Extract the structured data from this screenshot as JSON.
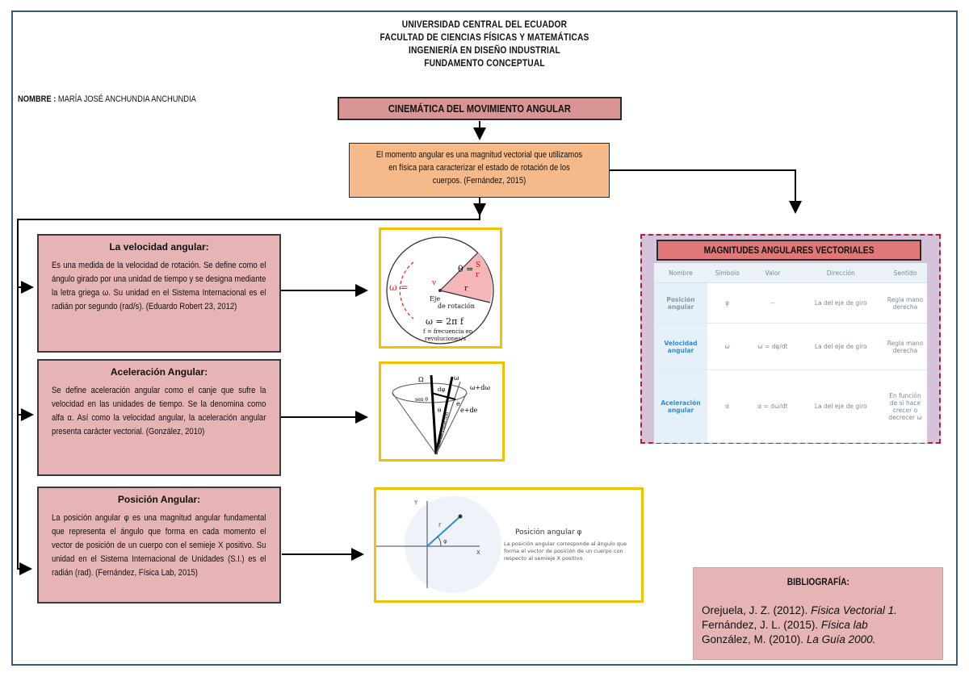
{
  "header": {
    "line1": "UNIVERSIDAD CENTRAL DEL ECUADOR",
    "line2": "FACULTAD DE CIENCIAS FÍSICAS Y MATEMÁTICAS",
    "line3": "INGENIERÍA EN DISEÑO INDUSTRIAL",
    "line4": "FUNDAMENTO CONCEPTUAL"
  },
  "student": {
    "label": "NOMBRE :",
    "name": "MARÍA JOSÉ ANCHUNDIA ANCHUNDIA"
  },
  "main_title": "CINEMÁTICA DEL MOVIMIENTO ANGULAR",
  "definition": "El momento angular es una magnitud vectorial que utilizamos en física para caracterizar el estado de rotación de los cuerpos. (Fernández, 2015)",
  "concepts": [
    {
      "title": "La velocidad angular:",
      "text": "Es una medida de la velocidad de rotación. Se define como el ángulo girado por una unidad de tiempo y se designa mediante la letra griega ω. Su unidad en el Sistema Internacional es el radián por segundo (rad/s). (Eduardo Robert 23, 2012)"
    },
    {
      "title": "Aceleración Angular:",
      "text": "Se define aceleración angular como el canje que sufre la velocidad en las unidades de tiempo. Se la denomina como alfa α. Así como la velocidad angular, la aceleración angular presenta carácter vectorial. (González, 2010)"
    },
    {
      "title": "Posición Angular:",
      "text": "La posición angular φ es una magnitud angular fundamental que representa el ángulo que forma en cada momento el vector de posición de un cuerpo con el semieje X positivo. Su unidad en el Sistema Internacional de Unidades (S.I.) es el radián (rad). (Fernández, Física Lab, 2015)"
    }
  ],
  "figure1": {
    "theta": "θ =",
    "s": "S",
    "r": "r",
    "omega": "ω =",
    "v": "v",
    "eje": "Eje",
    "eje2": "de rotación",
    "formula": "ω = 2π f",
    "freq1": "f = frecuencia en",
    "freq2": "revoluciones/s"
  },
  "figure2": {
    "omega": "Ω",
    "w": "ω",
    "wdw": "ω+dω",
    "dphi": "dφ",
    "sen": "sen θ",
    "e": "e",
    "ede": "e+de",
    "theta": "θ",
    "eje": "eje de rotación"
  },
  "figure3": {
    "y": "Y",
    "x": "X",
    "r": "r",
    "phi": "φ",
    "title": "Posición angular φ",
    "text": "La posición angular corresponde al ángulo que forma el vector de posición de un cuerpo con respecto al semieje X positivo."
  },
  "magnitudes": {
    "title": "MAGNITUDES ANGULARES VECTORIALES",
    "headers": [
      "Nombre",
      "Símbolo",
      "Valor",
      "Dirección",
      "Sentido"
    ],
    "rows": [
      {
        "name": "Posición angular",
        "symbol": "φ",
        "value": "--",
        "direction": "La del eje de giro",
        "sense": "Regla mano derecha"
      },
      {
        "name": "Velocidad angular",
        "symbol": "ω",
        "value": "ω = dφ/dt",
        "direction": "La del eje de giro",
        "sense": "Regla mano derecha"
      },
      {
        "name": "Aceleración angular",
        "symbol": "α",
        "value": "α = dω/dt",
        "direction": "La del eje de giro",
        "sense": "En función de si hace crecer o decrecer ω"
      }
    ]
  },
  "bibliography": {
    "title": "BIBLIOGRAFÍA:",
    "refs": [
      {
        "text": "Orejuela, J. Z. (2012). ",
        "italic": "Física Vectorial 1."
      },
      {
        "text": "Fernández, J. L. (2015). ",
        "italic": "Física lab"
      },
      {
        "text": "González, M. (2010). ",
        "italic": "La Guía 2000."
      }
    ]
  },
  "colors": {
    "title_box": "#d99494",
    "definition_box": "#f5b98a",
    "concept_box": "#e6b4b4",
    "figure_border": "#f2c200",
    "magnitudes_border": "#b2203a"
  }
}
